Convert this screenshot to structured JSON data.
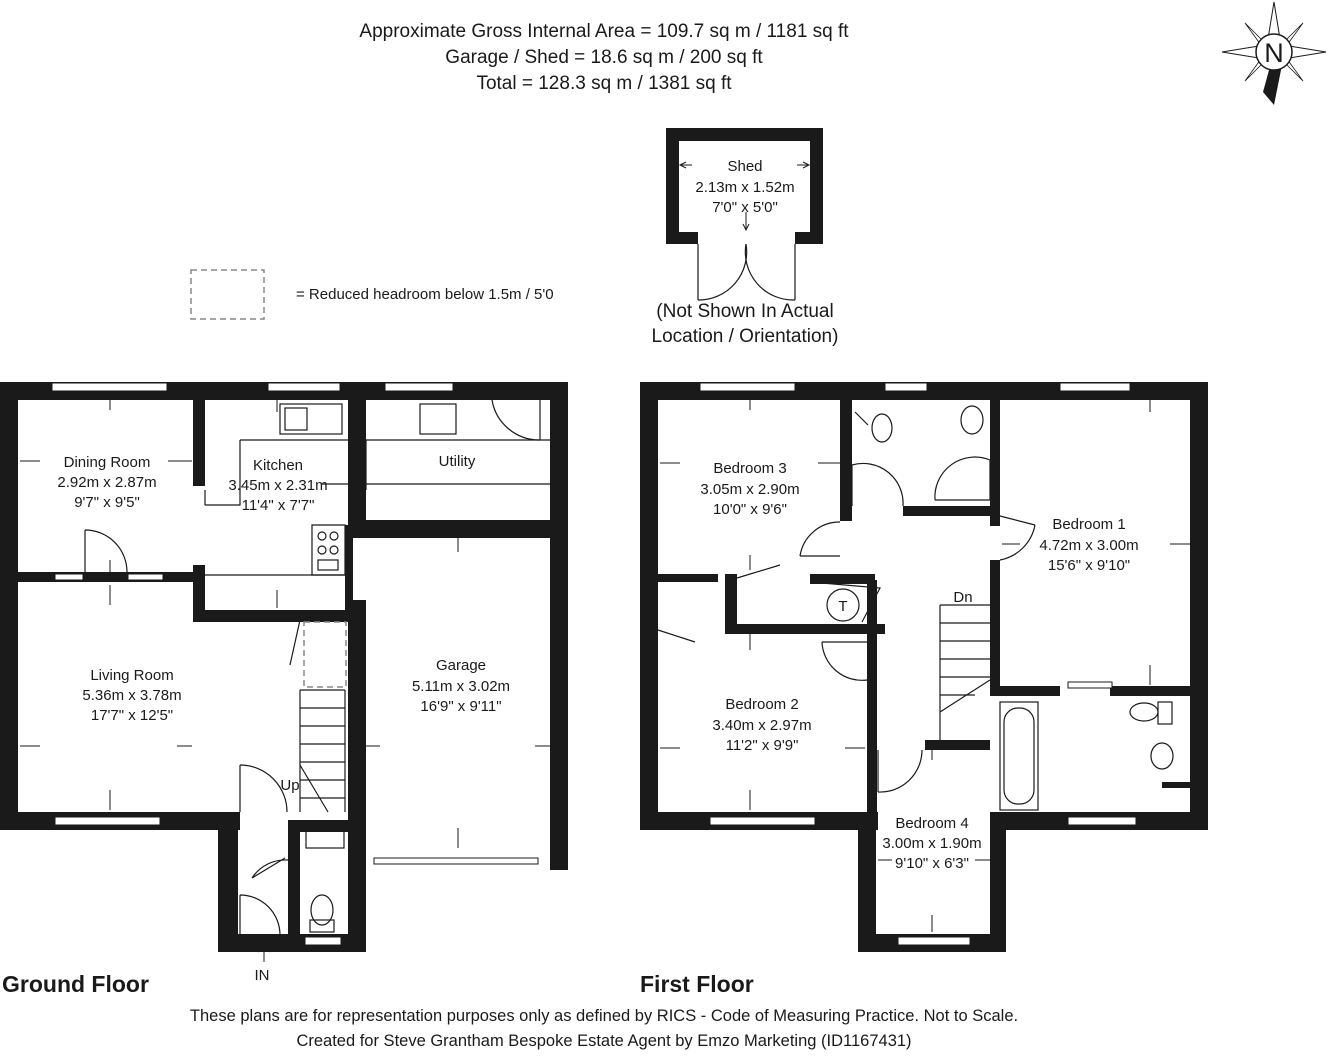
{
  "header": {
    "line1": "Approximate Gross Internal Area = 109.7 sq m / 1181 sq ft",
    "line2": "Garage / Shed = 18.6 sq m / 200 sq ft",
    "line3": "Total = 128.3 sq m / 1381 sq ft"
  },
  "compass": {
    "letter": "N"
  },
  "legend": {
    "text": "= Reduced headroom below 1.5m / 5'0"
  },
  "shed": {
    "name": "Shed",
    "metric": "2.13m x 1.52m",
    "imperial": "7'0\" x 5'0\"",
    "note1": "(Not Shown In Actual",
    "note2": "Location / Orientation)"
  },
  "ground_floor": {
    "label": "Ground Floor",
    "entrance": "IN",
    "stairs": "Up",
    "rooms": {
      "dining": {
        "name": "Dining Room",
        "metric": "2.92m x 2.87m",
        "imperial": "9'7\" x 9'5\""
      },
      "kitchen": {
        "name": "Kitchen",
        "metric": "3.45m x 2.31m",
        "imperial": "11'4\" x 7'7\""
      },
      "utility": {
        "name": "Utility"
      },
      "living": {
        "name": "Living Room",
        "metric": "5.36m x 3.78m",
        "imperial": "17'7\" x 12'5\""
      },
      "garage": {
        "name": "Garage",
        "metric": "5.11m x 3.02m",
        "imperial": "16'9\" x 9'11\""
      }
    }
  },
  "first_floor": {
    "label": "First Floor",
    "stairs": "Dn",
    "tank": "T",
    "rooms": {
      "bed3": {
        "name": "Bedroom 3",
        "metric": "3.05m x 2.90m",
        "imperial": "10'0\" x 9'6\""
      },
      "bed1": {
        "name": "Bedroom 1",
        "metric": "4.72m x 3.00m",
        "imperial": "15'6\" x 9'10\""
      },
      "bed2": {
        "name": "Bedroom 2",
        "metric": "3.40m x 2.97m",
        "imperial": "11'2\" x 9'9\""
      },
      "bed4": {
        "name": "Bedroom 4",
        "metric": "3.00m x 1.90m",
        "imperial": "9'10\" x 6'3\""
      }
    }
  },
  "footer": {
    "line1": "These plans are for representation purposes only as defined by RICS - Code of Measuring Practice. Not to Scale.",
    "line2": "Created for Steve Grantham Bespoke Estate Agent by Emzo Marketing (ID1167431)"
  }
}
